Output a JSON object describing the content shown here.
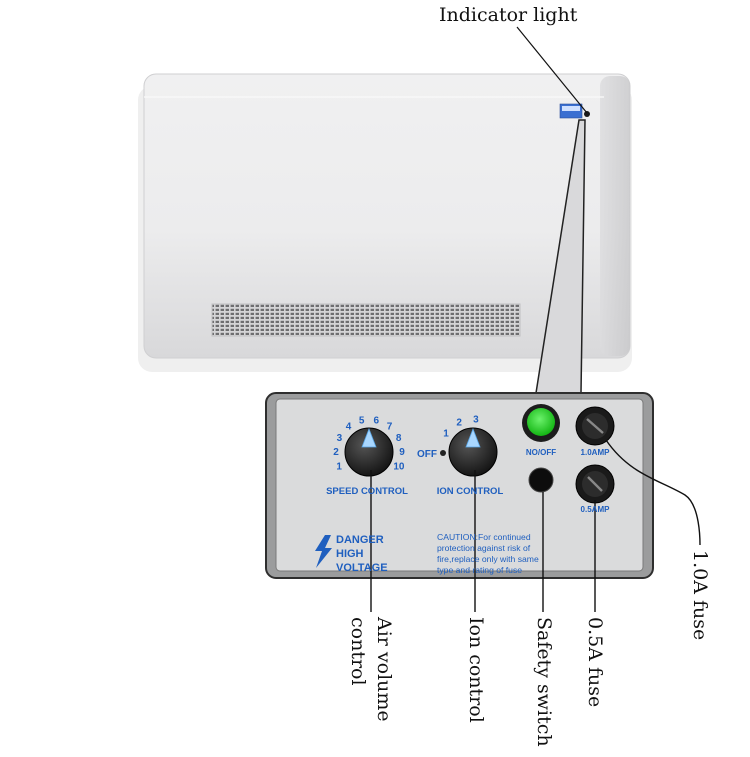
{
  "callouts": {
    "indicator": "Indicator light",
    "air_volume_line1": "Air volume",
    "air_volume_line2": "control",
    "ion": "Ion control",
    "safety": "Safety switch",
    "fuse_half": "0.5A fuse",
    "fuse_one": "1.0A fuse"
  },
  "panel": {
    "speed_label": "SPEED CONTROL",
    "ion_label": "ION CONTROL",
    "off_label": "OFF",
    "no_off_label": "NO/OFF",
    "fuse_1a_label": "1.0AMP",
    "fuse_half_label": "0.5AMP",
    "danger_lines": [
      "DANGER",
      "HIGH",
      "VOLTAGE"
    ],
    "caution_lines": [
      "CAUTION:For continued",
      "protection against risk of",
      "fire,replace only with same",
      "type and rating of fuse"
    ],
    "speed_ticks": [
      "1",
      "2",
      "3",
      "4",
      "5",
      "6",
      "7",
      "8",
      "9",
      "10"
    ],
    "ion_ticks": [
      "1",
      "2",
      "3"
    ]
  },
  "colors": {
    "panel_bg": "#d9dadb",
    "panel_border": "#3a3a3a",
    "blue_text": "#1f5fbf",
    "green_button": "#22cc22",
    "unit_body": "#e8e8e9"
  }
}
